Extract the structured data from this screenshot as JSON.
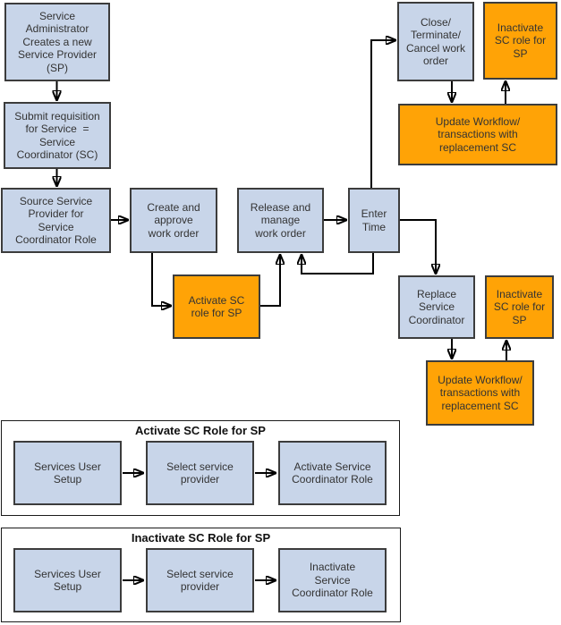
{
  "diagram": {
    "colors": {
      "process_fill": "#c8d5e9",
      "highlight_fill": "#ffa306",
      "node_border": "#3c3c3c",
      "arrow": "#000000"
    },
    "nodes": {
      "service_admin": {
        "label": "Service\nAdministrator\nCreates a new\nService Provider\n(SP)",
        "style": "blue"
      },
      "submit_requisition": {
        "label": "Submit requisition\nfor Service  =\nService\nCoordinator (SC)",
        "style": "blue"
      },
      "source_provider": {
        "label": "Source Service\nProvider for\nService\nCoordinator Role",
        "style": "blue"
      },
      "create_approve": {
        "label": "Create and\napprove\nwork order",
        "style": "blue"
      },
      "activate_sc": {
        "label": "Activate SC\nrole for SP",
        "style": "orange"
      },
      "release_manage": {
        "label": "Release and\nmanage\nwork order",
        "style": "blue"
      },
      "enter_time": {
        "label": "Enter\nTime",
        "style": "blue"
      },
      "close_terminate": {
        "label": "Close/\nTerminate/\nCancel work\norder",
        "style": "blue"
      },
      "inactivate_top": {
        "label": "Inactivate\nSC role for\nSP",
        "style": "orange"
      },
      "update_workflow_top": {
        "label": "Update Workflow/\ntransactions with\nreplacement SC",
        "style": "orange"
      },
      "replace_sc": {
        "label": "Replace\nService\nCoordinator",
        "style": "blue"
      },
      "inactivate_bottom": {
        "label": "Inactivate\nSC role for\nSP",
        "style": "orange"
      },
      "update_workflow_bottom": {
        "label": "Update Workflow/\ntransactions with\nreplacement SC",
        "style": "orange"
      }
    },
    "groups": [
      {
        "title": "Activate SC Role for SP",
        "steps": [
          {
            "label": "Services User\nSetup"
          },
          {
            "label": "Select service\nprovider"
          },
          {
            "label": "Activate Service\nCoordinator Role"
          }
        ]
      },
      {
        "title": "Inactivate SC Role for SP",
        "steps": [
          {
            "label": "Services User\nSetup"
          },
          {
            "label": "Select service\nprovider"
          },
          {
            "label": "Inactivate\nService\nCoordinator Role"
          }
        ]
      }
    ]
  }
}
